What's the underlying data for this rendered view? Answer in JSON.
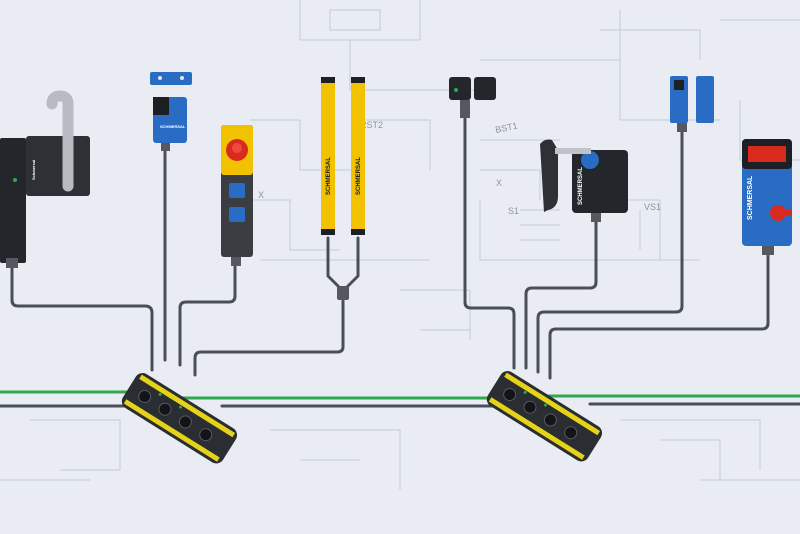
{
  "brand": {
    "name_upper": "SCHMERSAL",
    "name_mixed": "Schmersal"
  },
  "schematic_labels": [
    "BST1",
    "RST2",
    "X",
    "S1",
    "VS1",
    "X"
  ],
  "colors": {
    "background": "#e9edf3",
    "schematic_line": "#b9c2cf",
    "cable": "#4a4f57",
    "bus_green": "#2fa84f",
    "module_body": "#2a2d31",
    "module_yellow": "#e7d21a",
    "light_curtain_yellow": "#f2c200",
    "safety_blue": "#2a6cc4",
    "estop_red": "#d92a1e",
    "estop_housing": "#3a3d42"
  },
  "icons": [
    "door-handle-icon",
    "emergency-stop-icon",
    "safety-sensor-icon",
    "light-curtain-icon",
    "solenoid-interlock-icon",
    "field-bus-module-icon"
  ]
}
